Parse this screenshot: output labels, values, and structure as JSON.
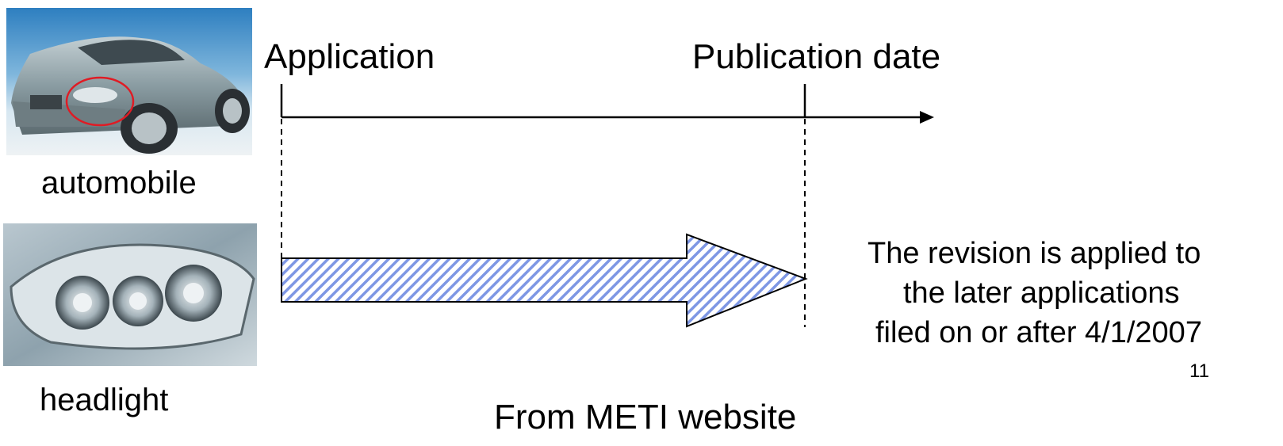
{
  "timeline": {
    "start_label": "Application",
    "end_label": "Publication date"
  },
  "images": {
    "car_caption": "automobile",
    "headlight_caption": "headlight"
  },
  "note": {
    "lines": [
      "The revision is applied to",
      "the later applications",
      "filed on or after 4/1/2007"
    ]
  },
  "source": "From METI website",
  "page_number": "11",
  "colors": {
    "arrow_hatch": "#7e97e4",
    "line": "#000000",
    "car_body": "#8c9ea3",
    "sky": "#3a88c6",
    "highlight_ring": "#e01b24"
  }
}
